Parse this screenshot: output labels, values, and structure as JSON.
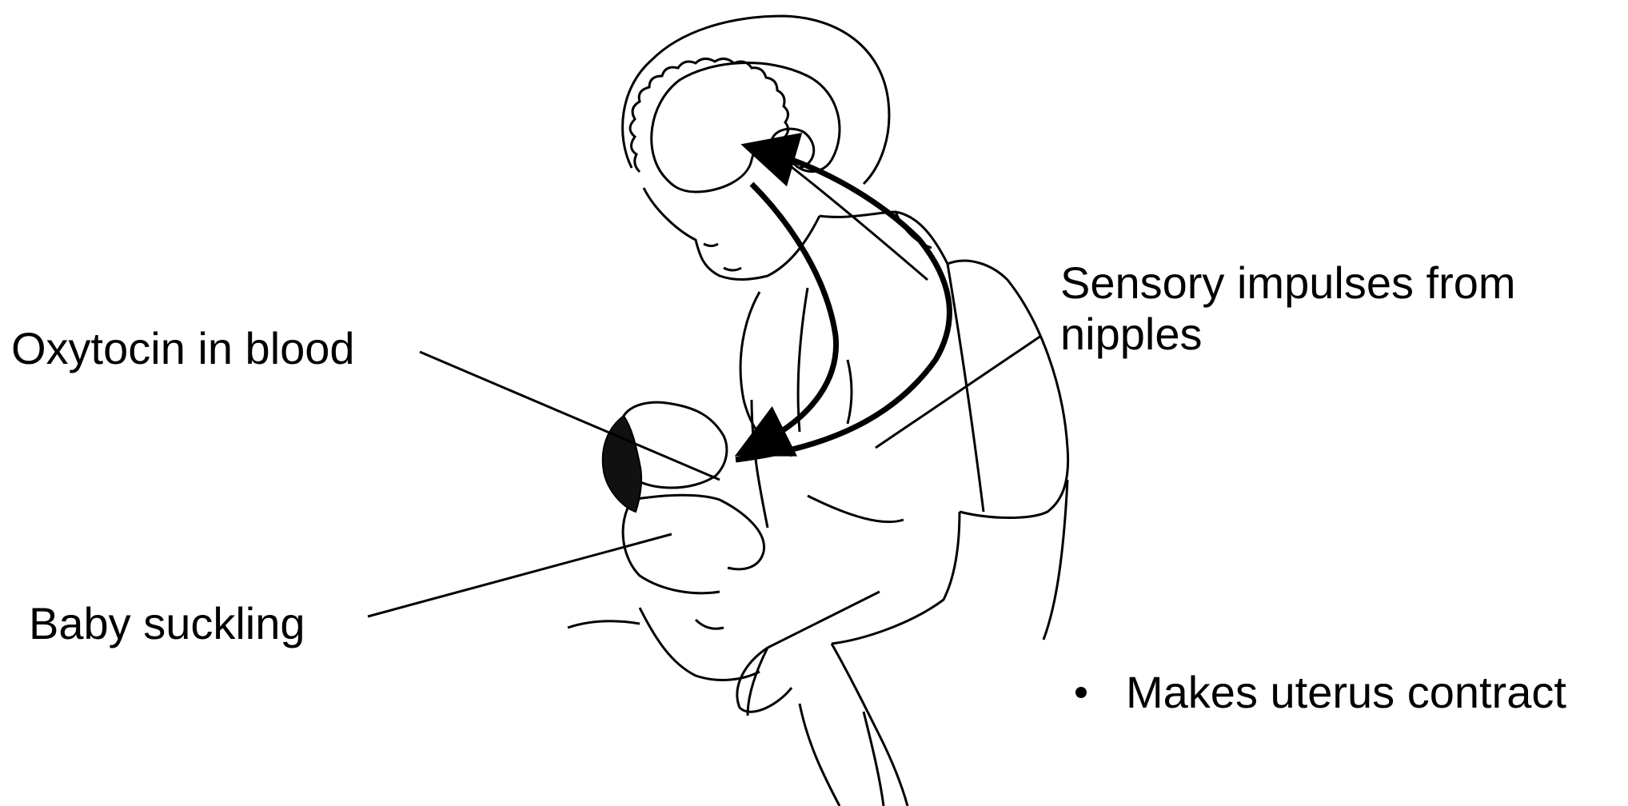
{
  "labels": {
    "oxytocin": "Oxytocin in blood",
    "sensory_line1": "Sensory impulses from",
    "sensory_line2": "nipples",
    "baby": "Baby suckling"
  },
  "bullets": [
    "Makes uterus contract"
  ],
  "colors": {
    "ink": "#000000",
    "background": "#ffffff"
  }
}
